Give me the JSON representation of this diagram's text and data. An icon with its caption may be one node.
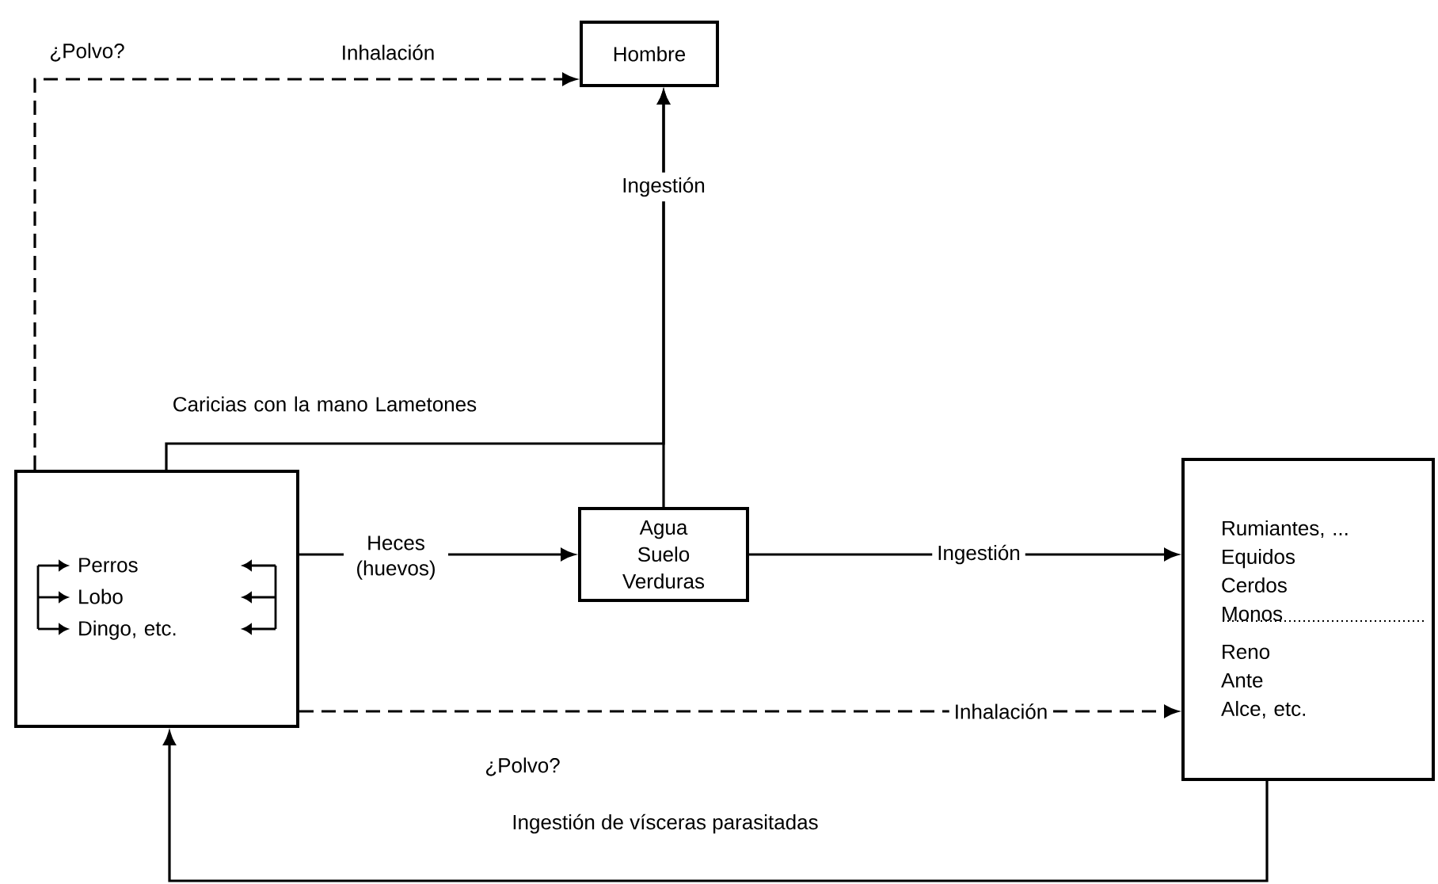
{
  "diagram": {
    "nodes": [
      {
        "text": [
          "Hombre"
        ]
      },
      {
        "text": [
          "Perros",
          "Lobo",
          "Dingo, etc."
        ]
      },
      {
        "text": [
          "Agua",
          "Suelo",
          "Verduras"
        ]
      },
      {
        "text": [
          "Rumiantes, ...",
          "Equidos",
          "Cerdos",
          "Monos",
          "Reno",
          "Ante",
          "Alce, etc."
        ]
      }
    ],
    "edges": [
      {
        "from": 1,
        "to": 0,
        "arrow": "to",
        "style": "dashed",
        "label": "Inhalación"
      },
      {
        "from": 2,
        "to": 0,
        "arrow": "to",
        "label": "Ingestión"
      },
      {
        "from": 1,
        "to": 0,
        "arrow": "to",
        "label": "Caricias con la mano Lametones"
      },
      {
        "from": 1,
        "to": 2,
        "arrow": "to",
        "label": "Heces (huevos)"
      },
      {
        "from": 2,
        "to": 3,
        "arrow": "to",
        "label": "Ingestión"
      },
      {
        "from": 1,
        "to": 3,
        "arrow": "to",
        "style": "dashed",
        "label": "Inhalación"
      },
      {
        "from": 3,
        "to": 1,
        "arrow": "to",
        "label": "Ingestión de vísceras parasitadas"
      }
    ],
    "labels": [
      "¿Polvo?",
      "¿Polvo?"
    ]
  }
}
